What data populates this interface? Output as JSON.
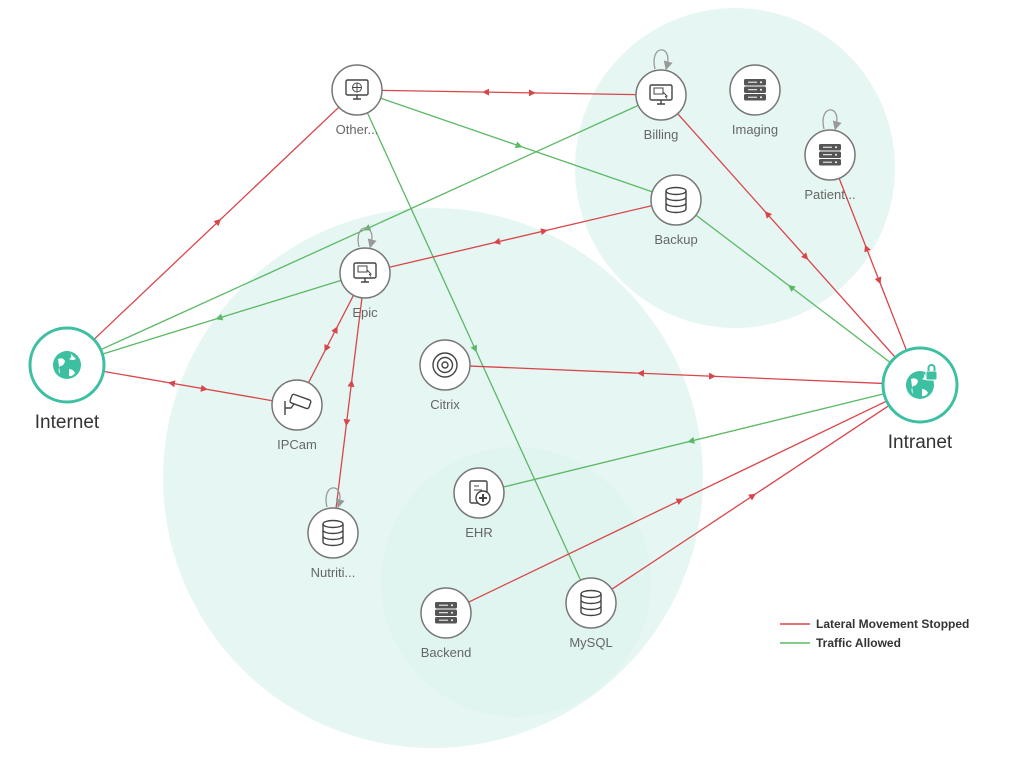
{
  "colors": {
    "blocked": "#d9454a",
    "allowed": "#5bb865",
    "zone_fill": "#def4ef",
    "hub_ring": "#3dbfa2",
    "node_ring": "#777777",
    "icon": "#444444",
    "self_loop": "#999999"
  },
  "legend": {
    "blocked_label": "Lateral Movement Stopped",
    "allowed_label": "Traffic Allowed"
  },
  "nodes": [
    {
      "id": "internet",
      "label": "Internet",
      "kind": "hub",
      "icon": "globe-icon"
    },
    {
      "id": "intranet",
      "label": "Intranet",
      "kind": "hub",
      "icon": "globe-lock-icon"
    },
    {
      "id": "other",
      "label": "Other...",
      "kind": "node",
      "icon": "monitor-globe-icon"
    },
    {
      "id": "billing",
      "label": "Billing",
      "kind": "node",
      "icon": "monitor-app-icon"
    },
    {
      "id": "imaging",
      "label": "Imaging",
      "kind": "node",
      "icon": "server-icon"
    },
    {
      "id": "patient",
      "label": "Patient...",
      "kind": "node",
      "icon": "server-icon"
    },
    {
      "id": "backup",
      "label": "Backup",
      "kind": "node",
      "icon": "database-icon"
    },
    {
      "id": "epic",
      "label": "Epic",
      "kind": "node",
      "icon": "monitor-app-icon"
    },
    {
      "id": "citrix",
      "label": "Citrix",
      "kind": "node",
      "icon": "citrix-icon"
    },
    {
      "id": "ipcam",
      "label": "IPCam",
      "kind": "node",
      "icon": "camera-icon"
    },
    {
      "id": "ehr",
      "label": "EHR",
      "kind": "node",
      "icon": "medical-record-icon"
    },
    {
      "id": "nutrition",
      "label": "Nutriti...",
      "kind": "node",
      "icon": "database-icon"
    },
    {
      "id": "backend",
      "label": "Backend",
      "kind": "node",
      "icon": "server-icon"
    },
    {
      "id": "mysql",
      "label": "MySQL",
      "kind": "node",
      "icon": "database-icon"
    }
  ],
  "self_loops": [
    "billing",
    "patient",
    "epic",
    "nutrition"
  ],
  "edges": [
    {
      "from": "other",
      "to": "billing",
      "type": "blocked",
      "bidirectional": true
    },
    {
      "from": "other",
      "to": "backup",
      "type": "allowed",
      "bidirectional": false
    },
    {
      "from": "other",
      "to": "mysql",
      "type": "allowed",
      "bidirectional": false
    },
    {
      "from": "internet",
      "to": "other",
      "type": "blocked",
      "bidirectional": false
    },
    {
      "from": "billing",
      "to": "internet",
      "type": "allowed",
      "bidirectional": false
    },
    {
      "from": "billing",
      "to": "intranet",
      "type": "blocked",
      "bidirectional": true
    },
    {
      "from": "patient",
      "to": "intranet",
      "type": "blocked",
      "bidirectional": true
    },
    {
      "from": "intranet",
      "to": "backup",
      "type": "allowed",
      "bidirectional": false
    },
    {
      "from": "epic",
      "to": "backup",
      "type": "blocked",
      "bidirectional": true
    },
    {
      "from": "epic",
      "to": "internet",
      "type": "allowed",
      "bidirectional": false
    },
    {
      "from": "internet",
      "to": "ipcam",
      "type": "blocked",
      "bidirectional": true
    },
    {
      "from": "ipcam",
      "to": "epic",
      "type": "blocked",
      "bidirectional": true
    },
    {
      "from": "epic",
      "to": "nutrition",
      "type": "blocked",
      "bidirectional": true
    },
    {
      "from": "citrix",
      "to": "intranet",
      "type": "blocked",
      "bidirectional": true
    },
    {
      "from": "intranet",
      "to": "ehr",
      "type": "allowed",
      "bidirectional": false
    },
    {
      "from": "backend",
      "to": "intranet",
      "type": "blocked",
      "bidirectional": false
    },
    {
      "from": "mysql",
      "to": "intranet",
      "type": "blocked",
      "bidirectional": false
    }
  ]
}
